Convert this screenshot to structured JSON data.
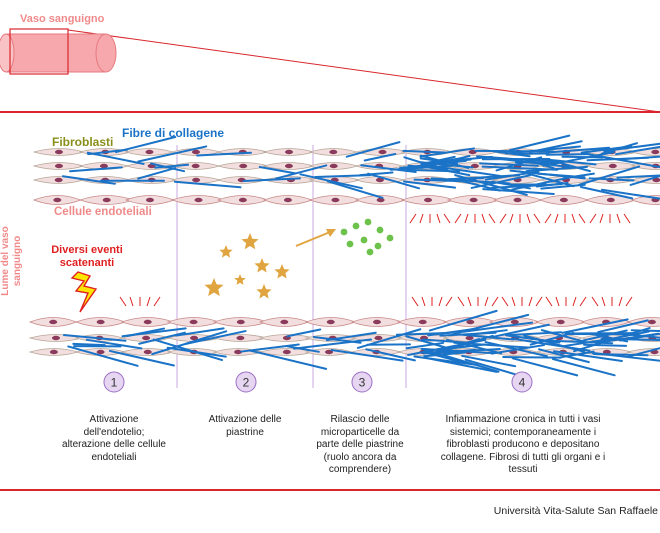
{
  "labels": {
    "vessel": "Vaso sanguigno",
    "fibroblasts": "Fibroblasti",
    "collagen": "Fibre di collagene",
    "endothelial": "Cellule endoteliali",
    "events": "Diversi eventi scatenanti",
    "lumen": "Lume del vaso sanguigno"
  },
  "steps": [
    {
      "number": "1",
      "text": "Attivazione dell'endotelio; alterazione delle cellule endoteliali"
    },
    {
      "number": "2",
      "text": "Attivazione delle piastrine"
    },
    {
      "number": "3",
      "text": "Rilascio delle microparticelle da parte delle piastrine (ruolo ancora da comprendere)"
    },
    {
      "number": "4",
      "text": "Infiammazione cronica in tutti i vasi sistemici; contemporaneamente i fibroblasti producono e depositano collagene. Fibrosi di tutti gli organi e i tessuti"
    }
  ],
  "credit": "Università Vita-Salute San Raffaele",
  "colors": {
    "frame": "#d9262c",
    "cell_fill": "#f2dede",
    "nucleus": "#8a3a5a",
    "collagen": "#1a73c7",
    "platelet": "#e0a540",
    "particle": "#6dc24b",
    "step_circle": "#e6d6f2",
    "step_border": "#9b6fc4",
    "divider": "#c8a9e0"
  }
}
